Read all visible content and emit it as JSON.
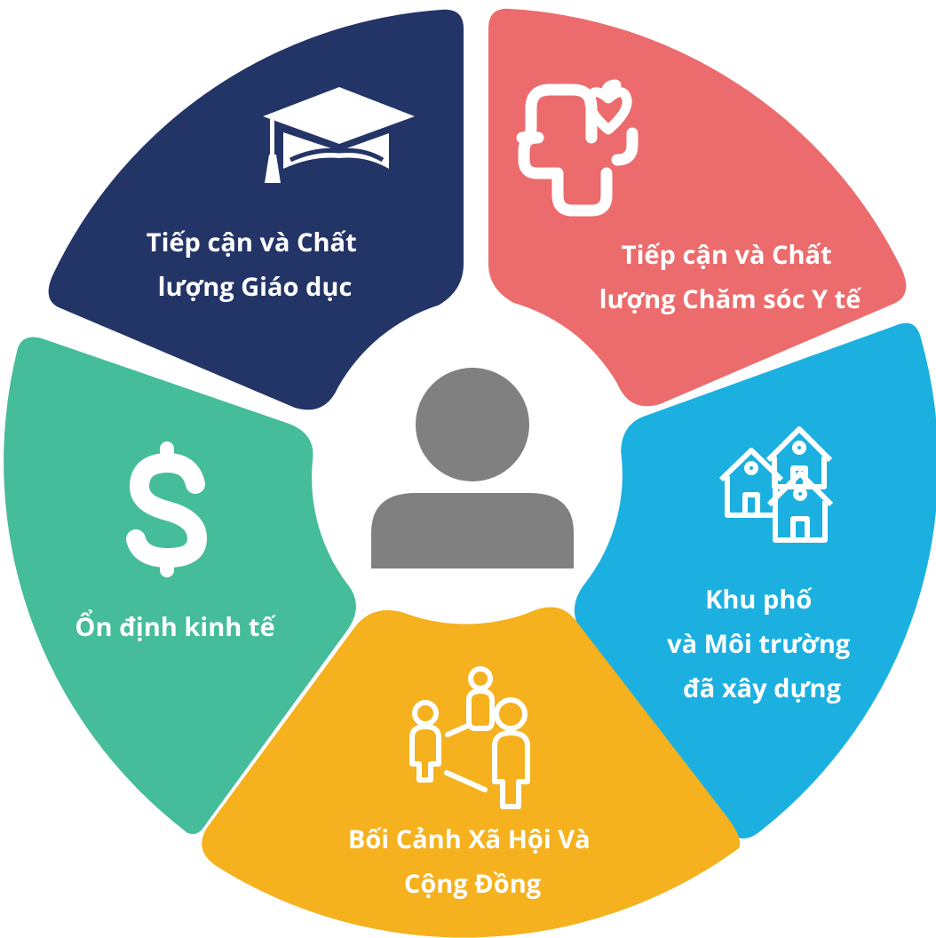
{
  "diagram": {
    "center_icon": "person-icon",
    "segments": [
      {
        "id": "education",
        "label_lines": [
          "Tiếp cận và Chất",
          "lượng Giáo dục"
        ],
        "color": "#233466",
        "icon": "graduation-cap-icon"
      },
      {
        "id": "health",
        "label_lines": [
          "Tiếp cận và Chất",
          "lượng Chăm sóc Y tế"
        ],
        "color": "#EC6B6C",
        "icon": "medical-cross-heart-icon"
      },
      {
        "id": "neighborhood",
        "label_lines": [
          "Khu phố",
          "và Môi trường",
          "đã xây dựng"
        ],
        "color": "#1BB0E0",
        "icon": "houses-icon"
      },
      {
        "id": "community",
        "label_lines": [
          "Bối Cảnh Xã Hội Và",
          "Cộng Đồng"
        ],
        "color": "#F5B11E",
        "icon": "people-network-icon"
      },
      {
        "id": "economic",
        "label_lines": [
          "Ổn định kinh tế"
        ],
        "color": "#45BC9A",
        "icon": "dollar-icon"
      }
    ],
    "center_icon_color": "#808080"
  }
}
